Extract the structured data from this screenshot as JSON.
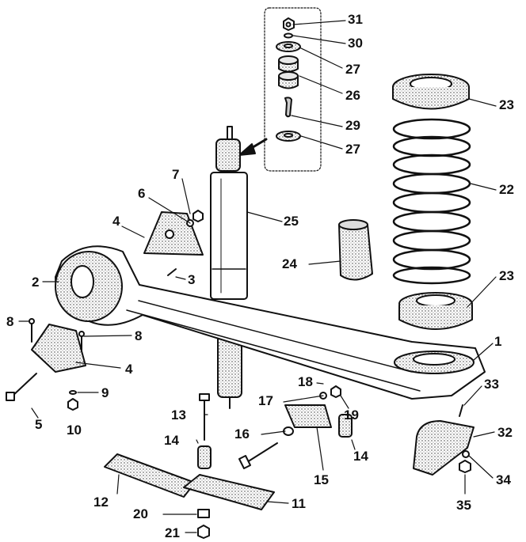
{
  "diagram": {
    "callouts": [
      {
        "id": "c31",
        "text": "31"
      },
      {
        "id": "c30",
        "text": "30"
      },
      {
        "id": "c27a",
        "text": "27"
      },
      {
        "id": "c26",
        "text": "26"
      },
      {
        "id": "c29",
        "text": "29"
      },
      {
        "id": "c27b",
        "text": "27"
      },
      {
        "id": "c23a",
        "text": "23"
      },
      {
        "id": "c22",
        "text": "22"
      },
      {
        "id": "c23b",
        "text": "23"
      },
      {
        "id": "c25",
        "text": "25"
      },
      {
        "id": "c24",
        "text": "24"
      },
      {
        "id": "c7",
        "text": "7"
      },
      {
        "id": "c6",
        "text": "6"
      },
      {
        "id": "c4a",
        "text": "4"
      },
      {
        "id": "c3",
        "text": "3"
      },
      {
        "id": "c2",
        "text": "2"
      },
      {
        "id": "c8a",
        "text": "8"
      },
      {
        "id": "c8b",
        "text": "8"
      },
      {
        "id": "c4b",
        "text": "4"
      },
      {
        "id": "c9",
        "text": "9"
      },
      {
        "id": "c5",
        "text": "5"
      },
      {
        "id": "c10",
        "text": "10"
      },
      {
        "id": "c13",
        "text": "13"
      },
      {
        "id": "c14a",
        "text": "14"
      },
      {
        "id": "c16",
        "text": "16"
      },
      {
        "id": "c17",
        "text": "17"
      },
      {
        "id": "c18",
        "text": "18"
      },
      {
        "id": "c19",
        "text": "19"
      },
      {
        "id": "c15",
        "text": "15"
      },
      {
        "id": "c14b",
        "text": "14"
      },
      {
        "id": "c1",
        "text": "1"
      },
      {
        "id": "c33",
        "text": "33"
      },
      {
        "id": "c32",
        "text": "32"
      },
      {
        "id": "c34",
        "text": "34"
      },
      {
        "id": "c35",
        "text": "35"
      },
      {
        "id": "c12",
        "text": "12"
      },
      {
        "id": "c11",
        "text": "11"
      },
      {
        "id": "c20",
        "text": "20"
      },
      {
        "id": "c21",
        "text": "21"
      }
    ]
  }
}
